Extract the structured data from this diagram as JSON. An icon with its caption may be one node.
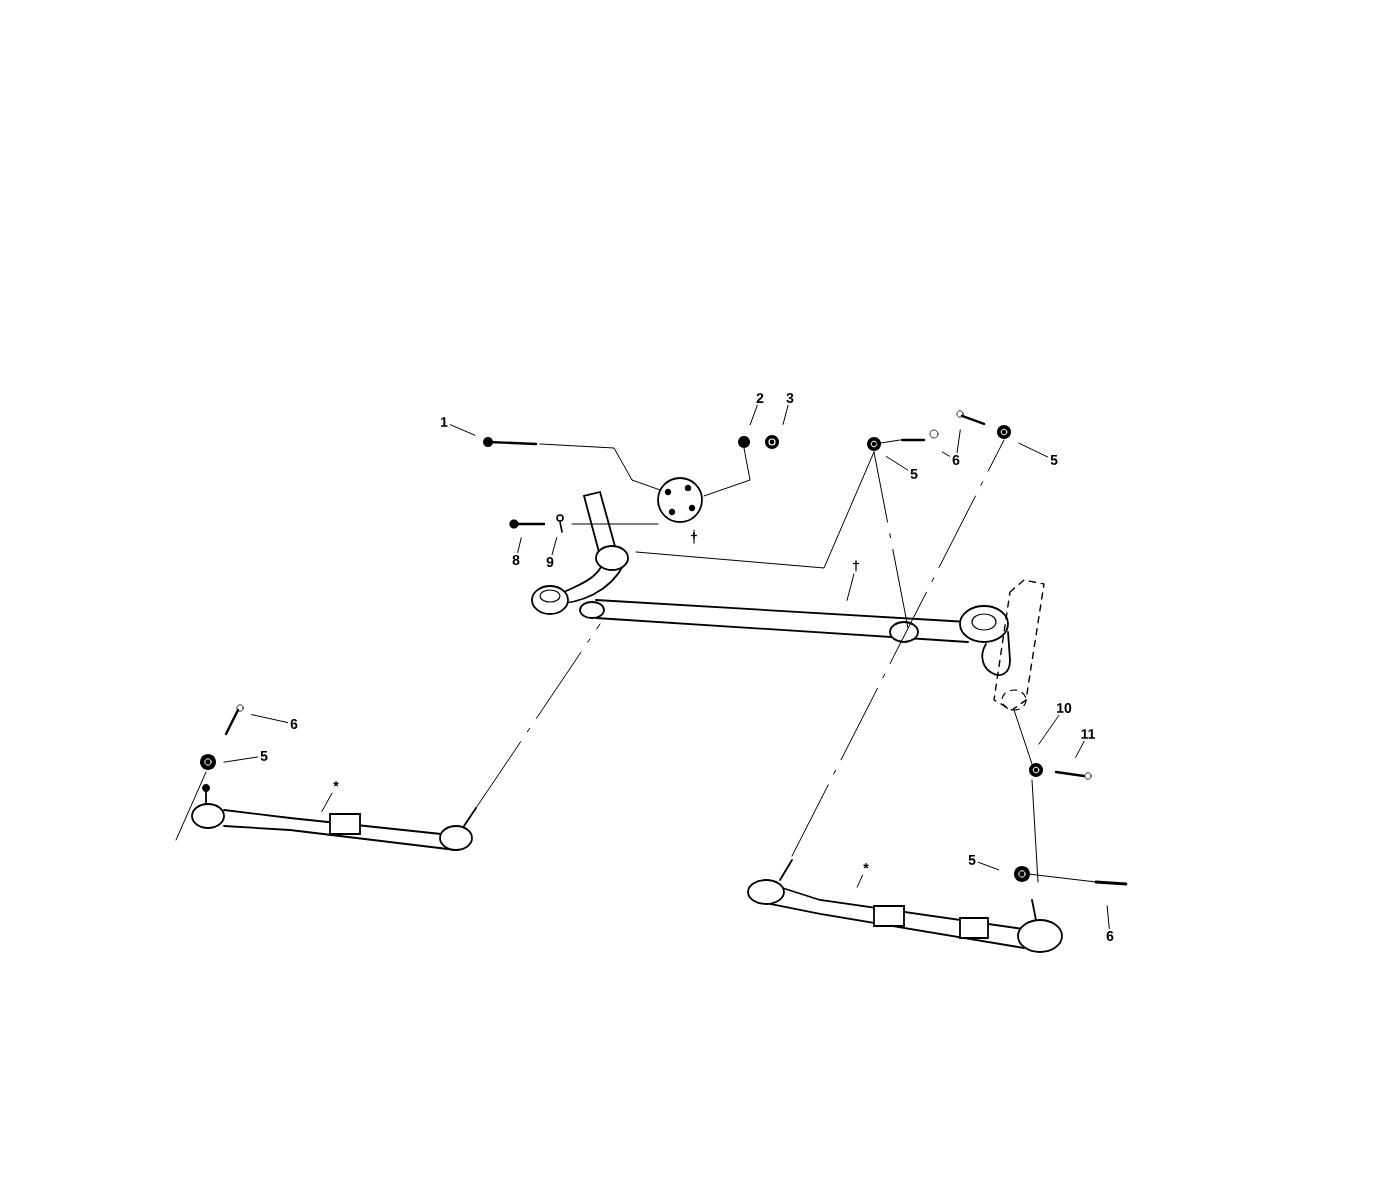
{
  "diagram": {
    "nodes": [
      {
        "text": [
          "1"
        ]
      },
      {
        "text": [
          "2"
        ]
      },
      {
        "text": [
          "3"
        ]
      },
      {
        "text": [
          "5"
        ]
      },
      {
        "text": [
          "6"
        ]
      },
      {
        "text": [
          "5"
        ]
      },
      {
        "text": [
          "8"
        ]
      },
      {
        "text": [
          "9"
        ]
      },
      {
        "text": [
          "†"
        ]
      },
      {
        "text": [
          "†"
        ]
      },
      {
        "text": [
          "6"
        ]
      },
      {
        "text": [
          "5"
        ]
      },
      {
        "text": [
          "*"
        ]
      },
      {
        "text": [
          "10"
        ]
      },
      {
        "text": [
          "11"
        ]
      },
      {
        "text": [
          "*"
        ]
      },
      {
        "text": [
          "5"
        ]
      },
      {
        "text": [
          "6"
        ]
      }
    ],
    "edges": [
      {
        "from": 0,
        "to": null,
        "arrow": "none"
      },
      {
        "from": 1,
        "to": null,
        "arrow": "none"
      },
      {
        "from": 2,
        "to": null,
        "arrow": "none"
      },
      {
        "from": 3,
        "to": null,
        "arrow": "none"
      },
      {
        "from": 4,
        "to": null,
        "arrow": "none"
      },
      {
        "from": 4,
        "to": null,
        "arrow": "none"
      },
      {
        "from": 5,
        "to": null,
        "arrow": "none"
      },
      {
        "from": 6,
        "to": null,
        "arrow": "none"
      },
      {
        "from": 7,
        "to": null,
        "arrow": "none"
      },
      {
        "from": 8,
        "to": null,
        "arrow": "none"
      },
      {
        "from": 9,
        "to": null,
        "arrow": "none"
      },
      {
        "from": 10,
        "to": null,
        "arrow": "none"
      },
      {
        "from": 11,
        "to": null,
        "arrow": "none"
      },
      {
        "from": 12,
        "to": null,
        "arrow": "none"
      },
      {
        "from": 13,
        "to": null,
        "arrow": "none"
      },
      {
        "from": 14,
        "to": null,
        "arrow": "none"
      },
      {
        "from": 15,
        "to": null,
        "arrow": "none"
      },
      {
        "from": 16,
        "to": null,
        "arrow": "none"
      },
      {
        "from": 17,
        "to": null,
        "arrow": "none"
      }
    ]
  }
}
